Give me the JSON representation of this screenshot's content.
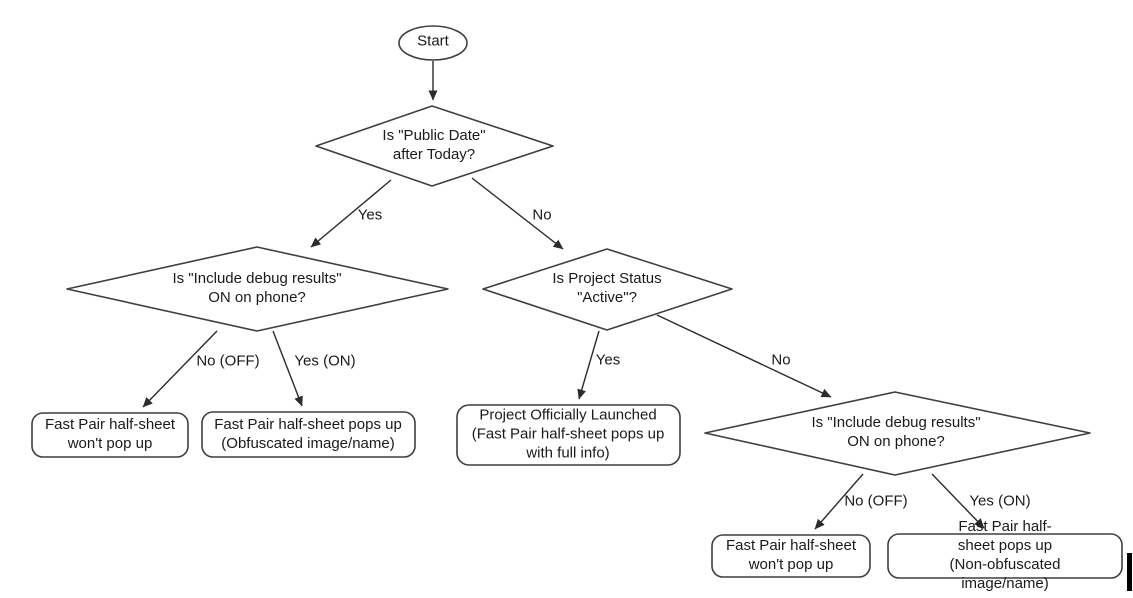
{
  "diagram": {
    "type": "flowchart",
    "colors": {
      "background": "#ffffff",
      "shape_stroke": "#3f3f3f",
      "shape_fill": "#ffffff",
      "text": "#1a1a1a",
      "arrow": "#2b2b2b"
    },
    "nodes": {
      "start": {
        "type": "terminal",
        "label": "Start"
      },
      "d_public_date": {
        "type": "decision",
        "label": "Is \"Public Date\"\nafter Today?"
      },
      "d_debug_left": {
        "type": "decision",
        "label": "Is \"Include debug results\"\nON on phone?"
      },
      "d_project_status": {
        "type": "decision",
        "label": "Is Project Status\n\"Active\"?"
      },
      "d_debug_right": {
        "type": "decision",
        "label": "Is \"Include debug results\"\nON on phone?"
      },
      "r_no_popup_left": {
        "type": "result",
        "label": "Fast Pair half-sheet\nwon't pop up"
      },
      "r_obfuscated": {
        "type": "result",
        "label": "Fast Pair half-sheet pops up\n(Obfuscated image/name)"
      },
      "r_launched": {
        "type": "result",
        "label": "Project Officially Launched\n(Fast Pair half-sheet pops up\nwith full info)"
      },
      "r_no_popup_right": {
        "type": "result",
        "label": "Fast Pair half-sheet\nwon't pop up"
      },
      "r_non_obfuscated": {
        "type": "result",
        "label": "Fast Pair half-sheet pops up\n(Non-obfuscated image/name)"
      }
    },
    "edge_labels": {
      "yes_left": "Yes",
      "no_right": "No",
      "no_off_left": "No (OFF)",
      "yes_on_left": "Yes (ON)",
      "yes_mid": "Yes",
      "no_mid": "No",
      "no_off_right": "No (OFF)",
      "yes_on_right": "Yes (ON)"
    }
  }
}
